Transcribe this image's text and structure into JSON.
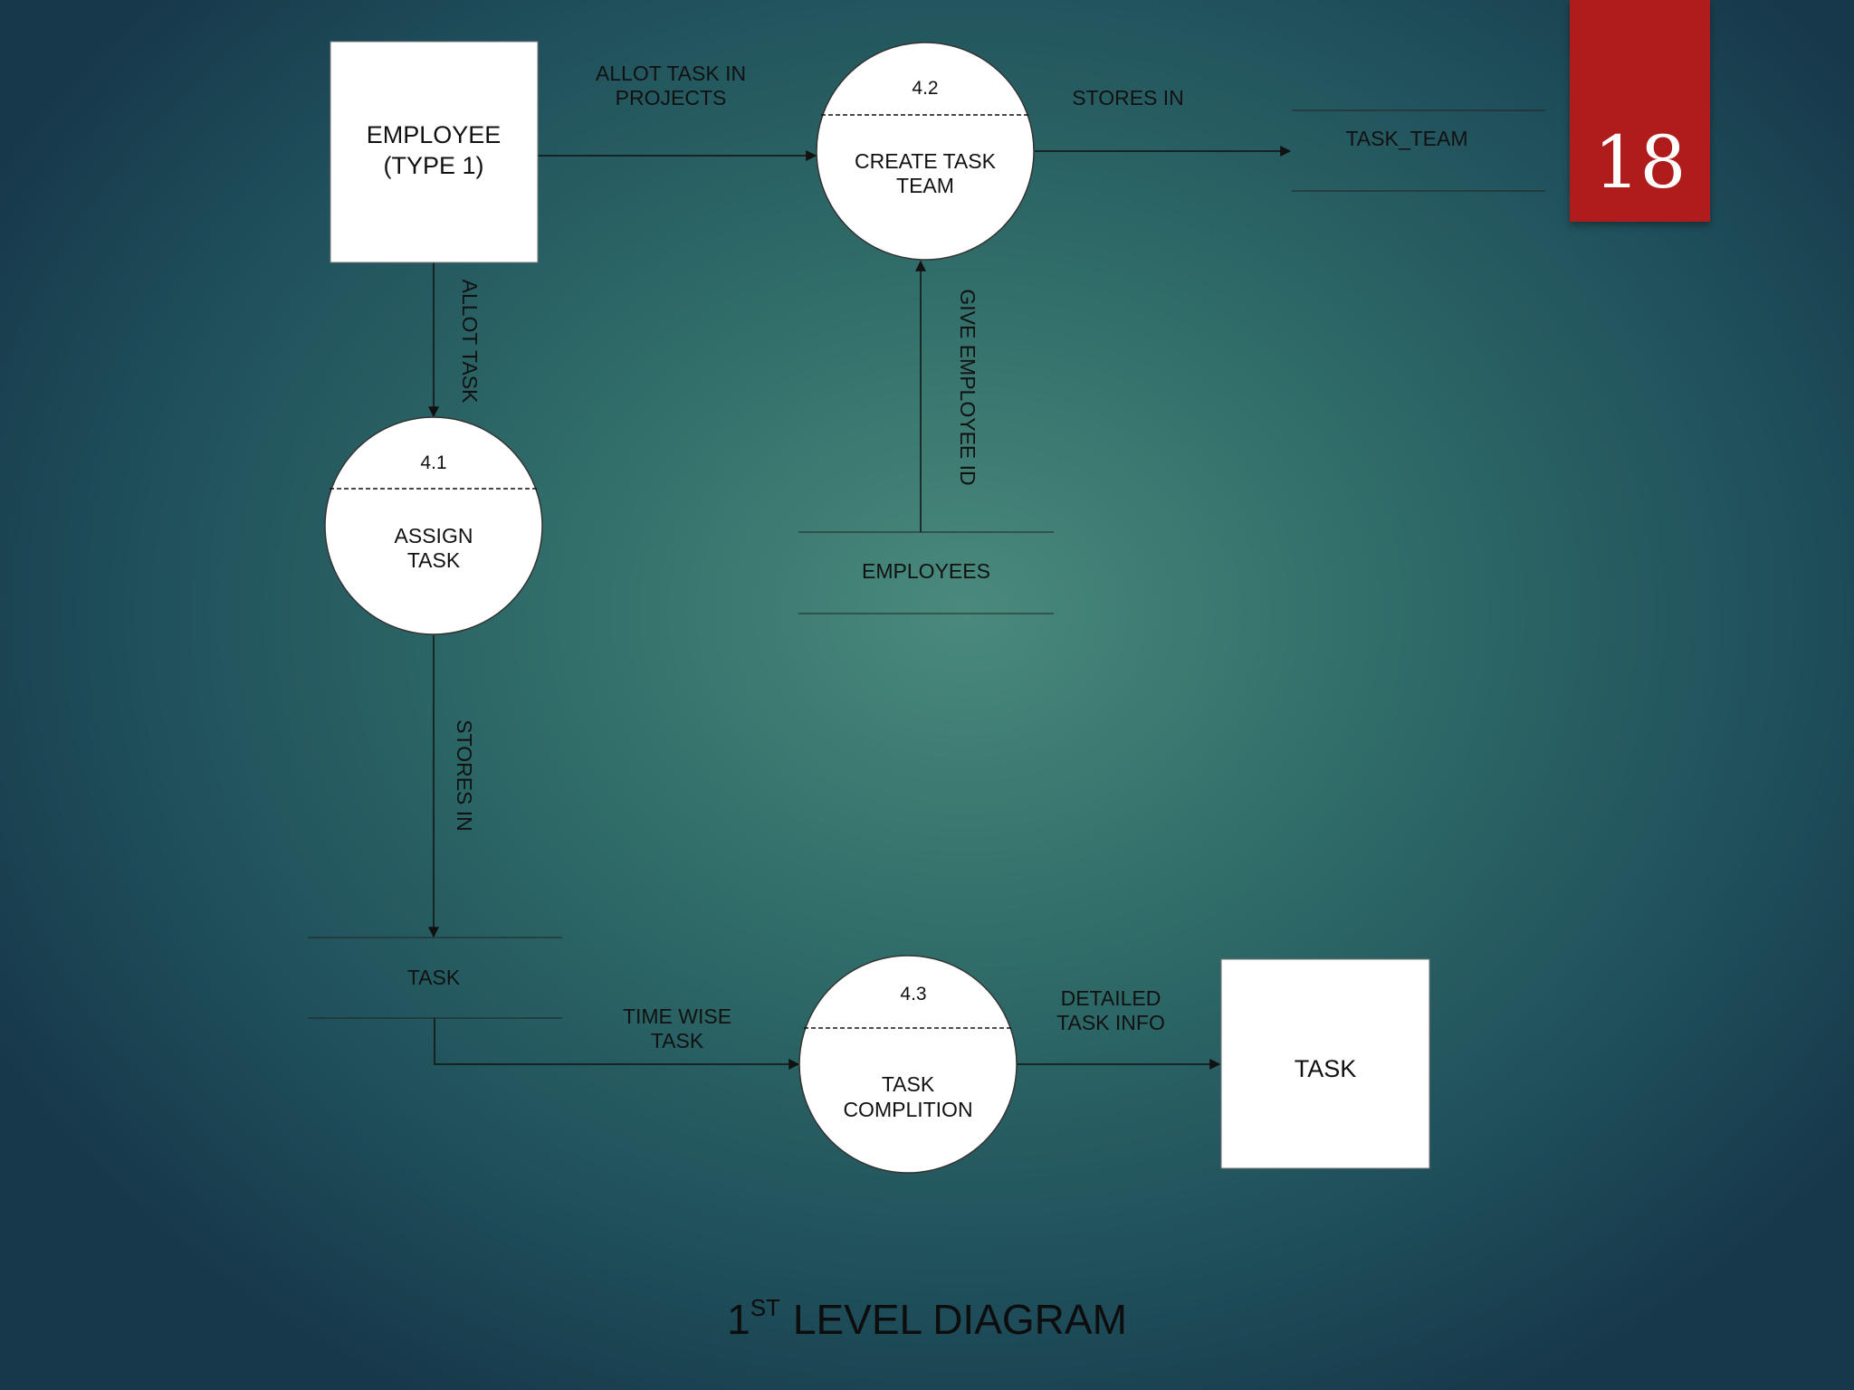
{
  "page_number": "18",
  "title": {
    "prefix": "1",
    "superscript": "ST",
    "main": "LEVEL DIAGRAM"
  },
  "entities": {
    "employee": {
      "line1": "EMPLOYEE",
      "line2": "(TYPE 1)"
    },
    "task": {
      "label": "TASK"
    }
  },
  "processes": {
    "p41": {
      "number": "4.1",
      "line1": "ASSIGN",
      "line2": "TASK"
    },
    "p42": {
      "number": "4.2",
      "line1": "CREATE TASK",
      "line2": "TEAM"
    },
    "p43": {
      "number": "4.3",
      "line1": "TASK",
      "line2": "COMPLITION"
    }
  },
  "data_stores": {
    "task_team": "TASK_TEAM",
    "employees": "EMPLOYEES",
    "task": "TASK"
  },
  "flows": {
    "allot_task_in_projects": {
      "line1": "ALLOT TASK IN",
      "line2": "PROJECTS"
    },
    "stores_in_top": "STORES IN",
    "allot_task": "ALLOT TASK",
    "give_employee_id": "GIVE EMPLOYEE ID",
    "stores_in_left": "STORES IN",
    "time_wise_task": {
      "line1": "TIME WISE",
      "line2": "TASK"
    },
    "detailed_task_info": {
      "line1": "DETAILED",
      "line2": "TASK INFO"
    }
  }
}
